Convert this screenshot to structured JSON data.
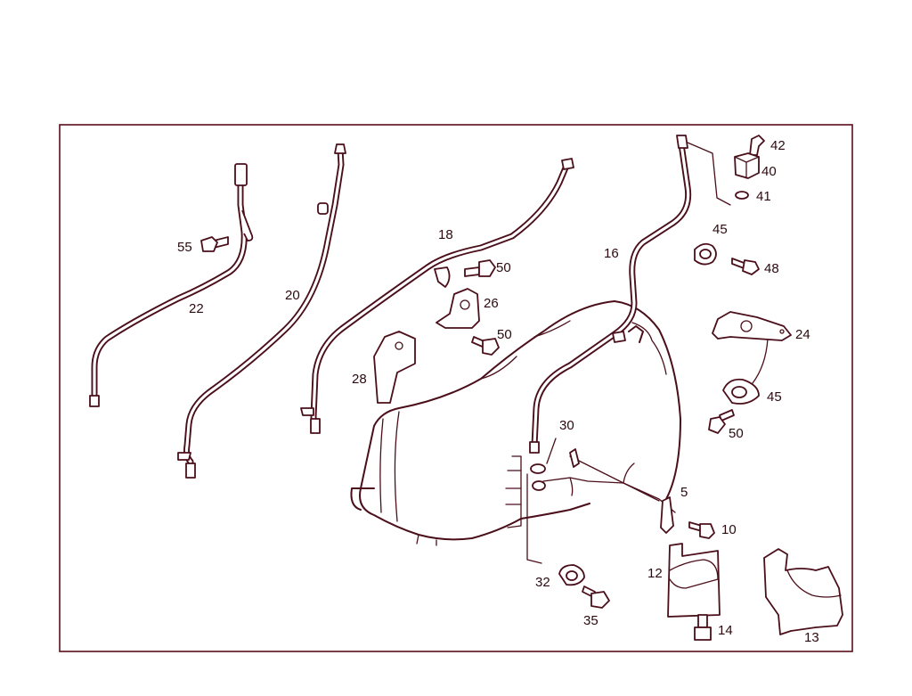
{
  "diagram": {
    "frame_color": "#5a0e1c",
    "line_color": "#4a0f1a",
    "callouts": {
      "c5": "5",
      "c10": "10",
      "c12": "12",
      "c13": "13",
      "c14": "14",
      "c16": "16",
      "c18": "18",
      "c20": "20",
      "c22": "22",
      "c24": "24",
      "c26": "26",
      "c28": "28",
      "c30": "30",
      "c32": "32",
      "c35": "35",
      "c40": "40",
      "c41": "41",
      "c42": "42",
      "c45a": "45",
      "c45b": "45",
      "c48": "48",
      "c50a": "50",
      "c50b": "50",
      "c50c": "50",
      "c55": "55"
    }
  }
}
